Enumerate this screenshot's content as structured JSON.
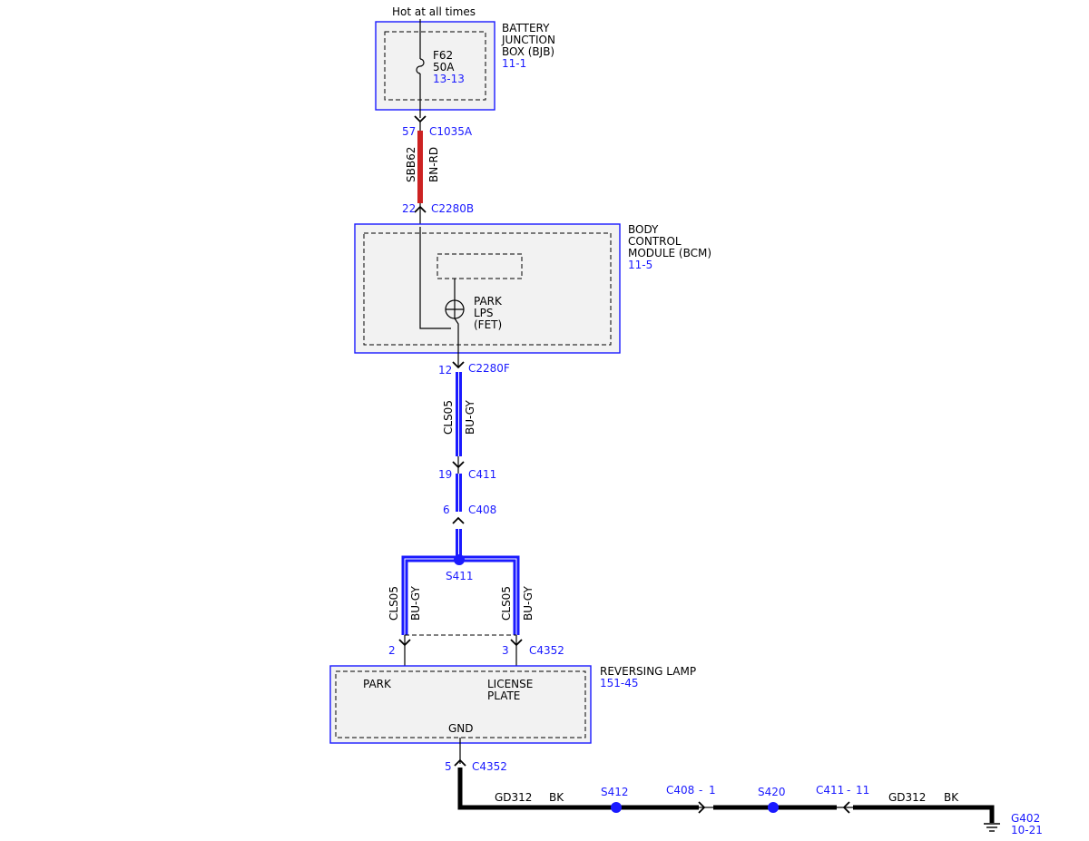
{
  "colors": {
    "component_outline": "#1a1aff",
    "component_fill": "#f2f2f2",
    "wire_bu_gy": "#1a1aff",
    "wire_bn_rd": "#cc2222",
    "wire_bk": "#000000",
    "reference_text": "#1a1aff"
  },
  "supply": {
    "label": "Hot at all times"
  },
  "bjb": {
    "name_lines": [
      "BATTERY",
      "JUNCTION",
      "BOX (BJB)"
    ],
    "ref": "11-1",
    "fuse_id": "F62",
    "fuse_rating": "50A",
    "fuse_ref": "13-13",
    "fuse_icon": "fuse-icon"
  },
  "conn_c1035a": {
    "pin": "57",
    "name": "C1035A"
  },
  "wire_sbb62": {
    "circuit": "SBB62",
    "color": "BN-RD"
  },
  "conn_c2280b": {
    "pin": "22",
    "name": "C2280B"
  },
  "bcm": {
    "name_lines": [
      "BODY",
      "CONTROL",
      "MODULE (BCM)"
    ],
    "ref": "11-5",
    "fet_lines": [
      "PARK",
      "LPS",
      "(FET)"
    ],
    "fet_icon": "fet-switch-icon"
  },
  "conn_c2280f": {
    "pin": "12",
    "name": "C2280F"
  },
  "wire_cls05_upper": {
    "circuit": "CLS05",
    "color": "BU-GY"
  },
  "conn_c411": {
    "pin": "19",
    "name": "C411"
  },
  "conn_c408": {
    "pin": "6",
    "name": "C408"
  },
  "splice_s411": {
    "name": "S411"
  },
  "wire_cls05_left": {
    "circuit": "CLS05",
    "color": "BU-GY"
  },
  "wire_cls05_right": {
    "circuit": "CLS05",
    "color": "BU-GY"
  },
  "conn_c4352_in": {
    "pin_left": "2",
    "pin_right": "3",
    "name": "C4352"
  },
  "reversing_lamp": {
    "name": "REVERSING LAMP",
    "ref": "151-45",
    "park_label": "PARK",
    "license_lines": [
      "LICENSE",
      "PLATE"
    ],
    "gnd_label": "GND"
  },
  "conn_c4352_gnd": {
    "pin": "5",
    "name": "C4352"
  },
  "ground_path": {
    "left_circuit": "GD312",
    "left_color": "BK",
    "splice_1": "S412",
    "inline_conn_1": {
      "name": "C408",
      "sep": "-",
      "pin": "1"
    },
    "splice_2": "S420",
    "inline_conn_2": {
      "name": "C411",
      "sep": "-",
      "pin": "11"
    },
    "right_circuit": "GD312",
    "right_color": "BK"
  },
  "ground_g402": {
    "name": "G402",
    "ref": "10-21",
    "icon": "ground-icon"
  }
}
